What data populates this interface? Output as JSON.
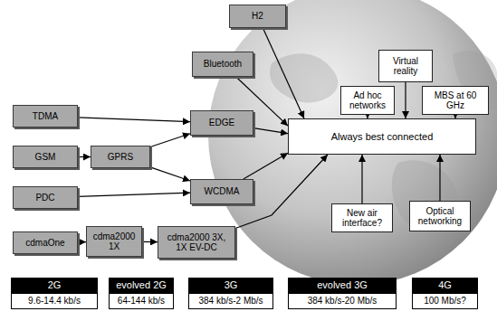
{
  "diagram": {
    "nodes": [
      {
        "text": [
          "H2"
        ]
      },
      {
        "text": [
          "Bluetooth"
        ]
      },
      {
        "text": [
          "Virtual reality"
        ]
      },
      {
        "text": [
          "Ad hoc networks"
        ]
      },
      {
        "text": [
          "MBS at 60 GHz"
        ]
      },
      {
        "text": [
          "TDMA"
        ]
      },
      {
        "text": [
          "EDGE"
        ]
      },
      {
        "text": [
          "Always best connected"
        ]
      },
      {
        "text": [
          "GSM"
        ]
      },
      {
        "text": [
          "GPRS"
        ]
      },
      {
        "text": [
          "PDC"
        ]
      },
      {
        "text": [
          "WCDMA"
        ]
      },
      {
        "text": [
          "New air interface?"
        ]
      },
      {
        "text": [
          "Optical networking"
        ]
      },
      {
        "text": [
          "cdmaOne"
        ]
      },
      {
        "text": [
          "cdma2000 1X"
        ]
      },
      {
        "text": [
          "cdma2000 3X, 1X EV-DC"
        ]
      },
      {
        "text": [
          "2G",
          "9.6-14.4 kb/s"
        ]
      },
      {
        "text": [
          "evolved 2G",
          "64-144 kb/s"
        ]
      },
      {
        "text": [
          "3G",
          "384 kb/s-2 Mb/s"
        ]
      },
      {
        "text": [
          "evolved 3G",
          "384 kb/s-20 Mb/s"
        ]
      },
      {
        "text": [
          "4G",
          "100 Mb/s?"
        ]
      }
    ],
    "edges": [
      {
        "from": 5,
        "to": 6,
        "arrow": "to"
      },
      {
        "from": 8,
        "to": 9,
        "arrow": "to"
      },
      {
        "from": 9,
        "to": 6,
        "arrow": "to"
      },
      {
        "from": 9,
        "to": 11,
        "arrow": "to"
      },
      {
        "from": 10,
        "to": 11,
        "arrow": "to"
      },
      {
        "from": 14,
        "to": 15,
        "arrow": "to"
      },
      {
        "from": 15,
        "to": 16,
        "arrow": "to"
      },
      {
        "from": 0,
        "to": 7,
        "arrow": "to"
      },
      {
        "from": 1,
        "to": 7,
        "arrow": "to"
      },
      {
        "from": 6,
        "to": 7,
        "arrow": "to"
      },
      {
        "from": 11,
        "to": 7,
        "arrow": "to"
      },
      {
        "from": 16,
        "to": 7,
        "arrow": "to"
      },
      {
        "from": 2,
        "to": 7,
        "arrow": "to"
      },
      {
        "from": 3,
        "to": 7,
        "arrow": "to"
      },
      {
        "from": 4,
        "to": 7,
        "arrow": "to"
      },
      {
        "from": 12,
        "to": 7,
        "arrow": "to"
      },
      {
        "from": 13,
        "to": 7,
        "arrow": "to"
      }
    ]
  }
}
